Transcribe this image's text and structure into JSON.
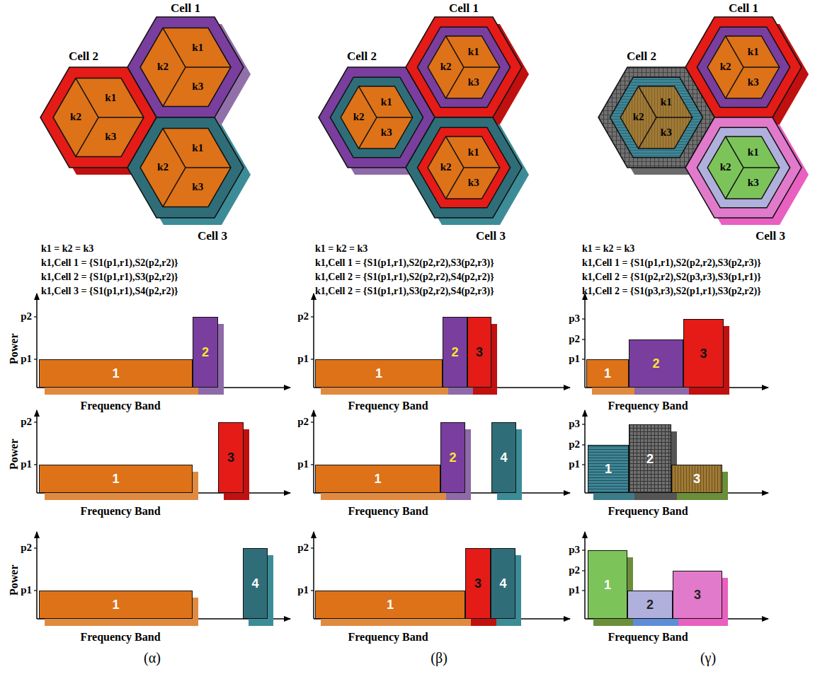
{
  "diagram": {
    "nodes": [
      {
        "text": [
          "1"
        ]
      },
      {
        "text": [
          "2"
        ]
      },
      {
        "text": [
          "1"
        ]
      },
      {
        "text": [
          "3"
        ]
      },
      {
        "text": [
          "1"
        ]
      },
      {
        "text": [
          "4"
        ]
      },
      {
        "text": [
          "1"
        ]
      },
      {
        "text": [
          "2"
        ]
      },
      {
        "text": [
          "3"
        ]
      },
      {
        "text": [
          "1"
        ]
      },
      {
        "text": [
          "2"
        ]
      },
      {
        "text": [
          "4"
        ]
      },
      {
        "text": [
          "1"
        ]
      },
      {
        "text": [
          "3"
        ]
      },
      {
        "text": [
          "4"
        ]
      },
      {
        "text": [
          "1"
        ]
      },
      {
        "text": [
          "2"
        ]
      },
      {
        "text": [
          "3"
        ]
      },
      {
        "text": [
          "1"
        ]
      },
      {
        "text": [
          "2"
        ]
      },
      {
        "text": [
          "3"
        ]
      },
      {
        "text": [
          "1"
        ]
      },
      {
        "text": [
          "2"
        ]
      },
      {
        "text": [
          "3"
        ]
      }
    ],
    "labels": [
      "Cell 1",
      "Cell 2",
      "Cell 3",
      "k1",
      "k2",
      "k3",
      "k1",
      "k2",
      "k3",
      "k1",
      "k2",
      "k3",
      "k1 = k2 = k3",
      "k1,Cell 1 = {S1(p1,r1),S2(p2,r2)}",
      "k1,Cell 2 = {S1(p1,r1),S3(p2,r2)}",
      "k1,Cell 3 = {S1(p1,r1),S4(p2,r2)}",
      "Power",
      "p2",
      "p1",
      "Frequency Band",
      "Power",
      "p2",
      "p1",
      "Frequency Band",
      "Power",
      "p2",
      "p1",
      "Frequency Band",
      "(α)",
      "Cell 1",
      "Cell 2",
      "Cell 3",
      "k1",
      "k2",
      "k3",
      "k1",
      "k2",
      "k3",
      "k1",
      "k2",
      "k3",
      "k1 = k2 = k3",
      "k1,Cell 1 = {S1(p1,r1),S2(p2,r2),S3(p2,r3)}",
      "k1,Cell 2 = {S1(p1,r1),S2(p2,r2),S4(p2,r2)}",
      "k1,Cell 2 = {S1(p1,r1),S3(p2,r2),S4(p2,r3)}",
      "p2",
      "p1",
      "Frequency Band",
      "p2",
      "p1",
      "Frequency Band",
      "p2",
      "p1",
      "Frequency Band",
      "(β)",
      "Cell 1",
      "Cell 2",
      "Cell 3",
      "k1",
      "k2",
      "k3",
      "k1",
      "k2",
      "k3",
      "k1",
      "k2",
      "k3",
      "k1 = k2 = k3",
      "k1,Cell 1 = {S1(p1,r1),S2(p2,r2),S3(p2,r3)}",
      "k1,Cell 2 = {S1(p2,r2),S2(p3,r3),S3(p1,r1)}",
      "k1,Cell 2 = {S1(p3,r3),S2(p1,r1),S3(p2,r2)}",
      "p3",
      "p2",
      "p1",
      "Frequency Band",
      "p3",
      "p2",
      "p1",
      "Frequency Band",
      "p3",
      "p2",
      "p1",
      "Frequency Band",
      "(γ)"
    ]
  }
}
